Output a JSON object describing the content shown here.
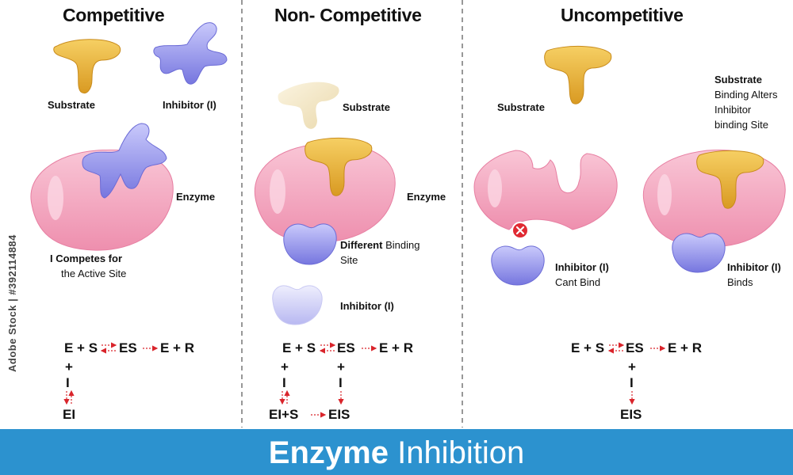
{
  "competitive": {
    "title": "Competitive",
    "substrate_label": "Substrate",
    "inhibitor_label": "Inhibitor (I)",
    "enzyme_label": "Enzyme",
    "note_line1": "I Competes for",
    "note_line2": "the Active Site",
    "eq_line1_left": "E + S",
    "eq_line1_mid": "ES",
    "eq_line1_right": "E + R",
    "eq_plus": "+",
    "eq_i": "I",
    "eq_ei": "EI"
  },
  "noncompetitive": {
    "title": "Non- Competitive",
    "substrate_label": "Substrate",
    "enzyme_label": "Enzyme",
    "site_bold": "Different",
    "site_rest": " Binding",
    "site_line2": "Site",
    "inhibitor_label": "Inhibitor (I)",
    "eq_line1_left": "E + S",
    "eq_line1_mid": "ES",
    "eq_line1_right": "E + R",
    "eq_plus1": "+",
    "eq_plus2": "+",
    "eq_i1": "I",
    "eq_i2": "I",
    "eq_eis_left": "EI+S",
    "eq_eis_right": "EIS"
  },
  "uncompetitive": {
    "title": "Uncompetitive",
    "substrate_label": "Substrate",
    "note_bold": "Substrate",
    "note_line2": "Binding Alters",
    "note_line3": "Inhibitor",
    "note_line4": "binding Site",
    "cant_bold": "Inhibitor (I)",
    "cant_line2": "Cant Bind",
    "binds_bold": "Inhibitor (I)",
    "binds_line2": "Binds",
    "eq_line1_left": "E + S",
    "eq_line1_mid": "ES",
    "eq_line1_right": "E + R",
    "eq_plus": "+",
    "eq_i": "I",
    "eq_eis": "EIS"
  },
  "banner": {
    "word1": "Enzyme",
    "word2": "Inhibition"
  },
  "stock_id": "Adobe Stock | #392114884",
  "colors": {
    "substrate": "#e8b23a",
    "inhibitor": "#8f8fea",
    "enzyme": "#f3a6bf",
    "arrow": "#d9242b",
    "banner": "#2c92cf"
  }
}
